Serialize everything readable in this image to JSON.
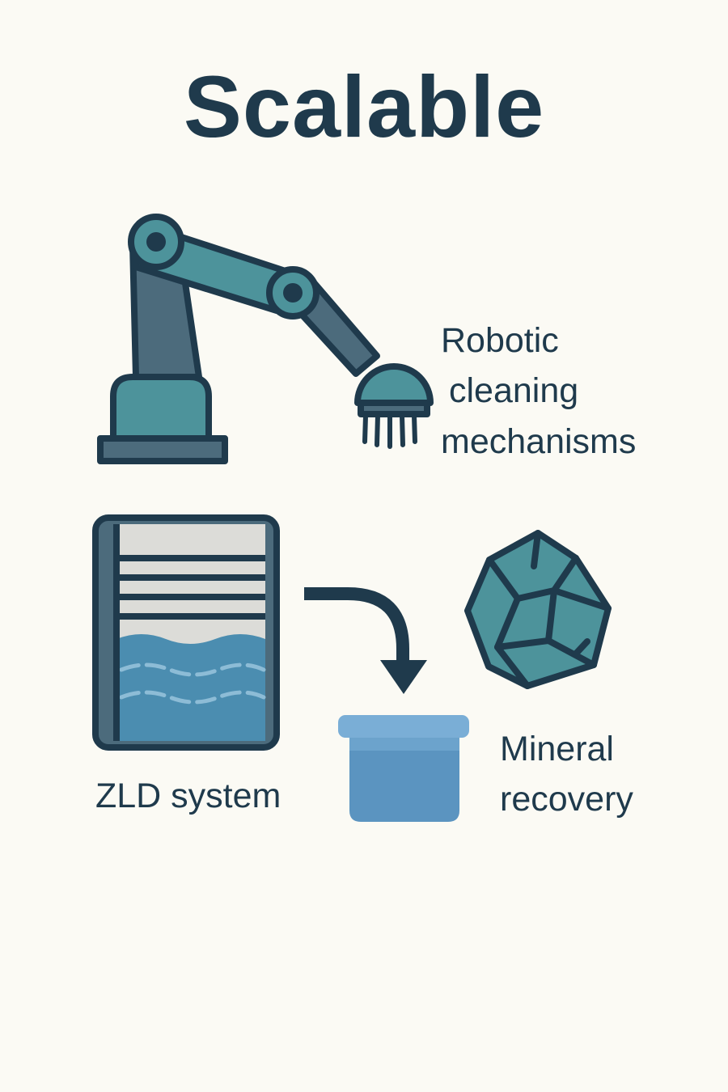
{
  "title": "Scalable",
  "labels": {
    "robotic": [
      "Robotic",
      "cleaning",
      "mechanisms"
    ],
    "zld": "ZLD system",
    "mineral": [
      "Mineral",
      "recovery"
    ]
  },
  "icons": {
    "robot": "robotic-arm-icon",
    "tank": "zld-tank-icon",
    "arrow": "flow-arrow-icon",
    "container": "collection-container-icon",
    "mineral": "mineral-rock-icon"
  },
  "colors": {
    "background": "#fbfaf4",
    "outline": "#1f3a4c",
    "teal": "#4d939b",
    "slate": "#4c6b7c",
    "water": "#4b8db0",
    "water_light": "#8dbcd6",
    "tank_top": "#dcdcd8",
    "container": "#5b94c0",
    "container_rim": "#7aaed6",
    "text": "#1f3a4c"
  }
}
